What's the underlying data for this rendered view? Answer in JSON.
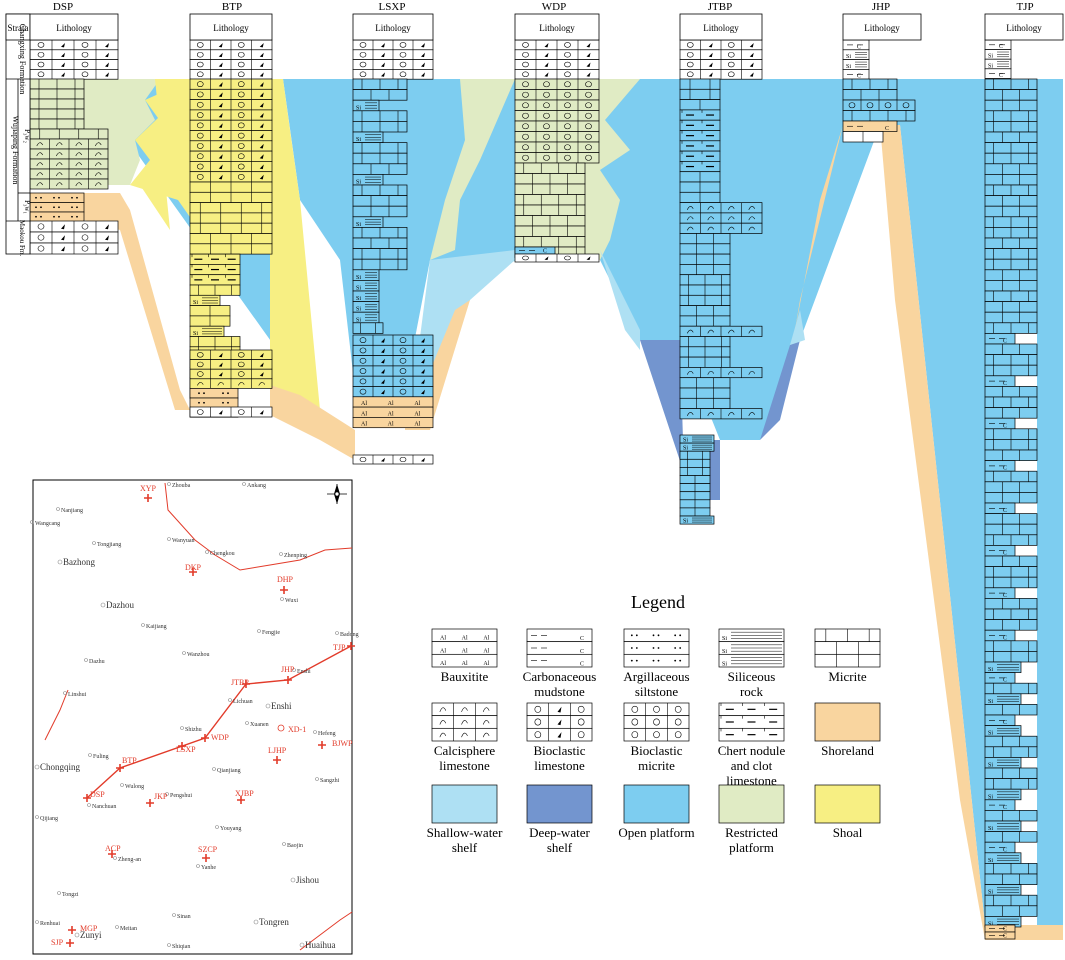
{
  "sections": [
    {
      "id": "DSP",
      "name": "DSP"
    },
    {
      "id": "BTP",
      "name": "BTP"
    },
    {
      "id": "LSXP",
      "name": "LSXP"
    },
    {
      "id": "WDP",
      "name": "WDP"
    },
    {
      "id": "JTBP",
      "name": "JTBP"
    },
    {
      "id": "JHP",
      "name": "JHP"
    },
    {
      "id": "TJP",
      "name": "TJP"
    }
  ],
  "column_headers": {
    "strata": "Strata",
    "lithology": "Lithology"
  },
  "strata_labels": {
    "changxing": "Changxing Formation",
    "wujiaping": "Wujiaping Formation",
    "p3w2": "P₃w₂",
    "p3w1": "P₃w₁",
    "maokou": "Maokou Fm."
  },
  "lithology_symbols": {
    "siliceous": "Si",
    "bauxite": "Al",
    "carbonaceous": "C"
  },
  "legend": {
    "title": "Legend",
    "items": [
      {
        "key": "bauxite",
        "label": "Bauxitite"
      },
      {
        "key": "carbonaceous",
        "label": "Carbonaceous mudstone"
      },
      {
        "key": "argillaceous",
        "label": "Argillaceous siltstone"
      },
      {
        "key": "siliceous",
        "label": "Siliceous rock"
      },
      {
        "key": "micrite",
        "label": "Micrite"
      },
      {
        "key": "calcisphere",
        "label": "Calcisphere limestone"
      },
      {
        "key": "bioclastic",
        "label": "Bioclastic limestone"
      },
      {
        "key": "bioclastic_micrite",
        "label": "Bioclastic micrite"
      },
      {
        "key": "chert",
        "label": "Chert nodule and clot limestone"
      },
      {
        "key": "shoreland",
        "label": "Shoreland"
      },
      {
        "key": "shallow_shelf",
        "label": "Shallow-water shelf"
      },
      {
        "key": "deep_shelf",
        "label": "Deep-water shelf"
      },
      {
        "key": "open_platform",
        "label": "Open platform"
      },
      {
        "key": "restricted_platform",
        "label": "Restricted platform"
      },
      {
        "key": "shoal",
        "label": "Shoal"
      }
    ]
  },
  "facies_colors": {
    "shoreland": "#f9d59f",
    "shallow_shelf": "#aee0f3",
    "deep_shelf": "#7395cf",
    "open_platform": "#7dcdf0",
    "restricted_platform": "#e0ebc4",
    "shoal": "#f7ef83"
  },
  "map": {
    "places": [
      {
        "name": "Zhouba",
        "kind": "town"
      },
      {
        "name": "Ankang",
        "kind": "town"
      },
      {
        "name": "Nanjiang",
        "kind": "town"
      },
      {
        "name": "Wangcang",
        "kind": "town"
      },
      {
        "name": "Tongjiang",
        "kind": "town"
      },
      {
        "name": "Wanyuan",
        "kind": "town"
      },
      {
        "name": "Chengkou",
        "kind": "town"
      },
      {
        "name": "Zhenping",
        "kind": "town"
      },
      {
        "name": "Bazhong",
        "kind": "city"
      },
      {
        "name": "Wuxi",
        "kind": "town"
      },
      {
        "name": "Dazhou",
        "kind": "city"
      },
      {
        "name": "Kaijiang",
        "kind": "town"
      },
      {
        "name": "Fengjie",
        "kind": "town"
      },
      {
        "name": "Badong",
        "kind": "town"
      },
      {
        "name": "Dazhu",
        "kind": "town"
      },
      {
        "name": "Wanzhou",
        "kind": "town"
      },
      {
        "name": "Enshi",
        "kind": "town"
      },
      {
        "name": "Linshui",
        "kind": "town"
      },
      {
        "name": "Lichuan",
        "kind": "town"
      },
      {
        "name": "Enshi",
        "kind": "city"
      },
      {
        "name": "Xuanen",
        "kind": "town"
      },
      {
        "name": "Shizhu",
        "kind": "town"
      },
      {
        "name": "Hefeng",
        "kind": "town"
      },
      {
        "name": "Fuling",
        "kind": "town"
      },
      {
        "name": "Chongqing",
        "kind": "city"
      },
      {
        "name": "Wulong",
        "kind": "town"
      },
      {
        "name": "Pengshui",
        "kind": "town"
      },
      {
        "name": "Qianjiang",
        "kind": "town"
      },
      {
        "name": "Sangzhi",
        "kind": "town"
      },
      {
        "name": "Nanchuan",
        "kind": "town"
      },
      {
        "name": "Qijiang",
        "kind": "town"
      },
      {
        "name": "Youyang",
        "kind": "town"
      },
      {
        "name": "Baojin",
        "kind": "town"
      },
      {
        "name": "Zheng-an",
        "kind": "town"
      },
      {
        "name": "Yanhe",
        "kind": "town"
      },
      {
        "name": "Jishou",
        "kind": "city"
      },
      {
        "name": "Tongzi",
        "kind": "town"
      },
      {
        "name": "Renhuai",
        "kind": "town"
      },
      {
        "name": "Meitan",
        "kind": "town"
      },
      {
        "name": "Sinan",
        "kind": "town"
      },
      {
        "name": "Tongren",
        "kind": "city"
      },
      {
        "name": "Zunyi",
        "kind": "city"
      },
      {
        "name": "Shiqian",
        "kind": "town"
      },
      {
        "name": "Huaihua",
        "kind": "city"
      }
    ],
    "sites": [
      "XYP",
      "DKP",
      "DHP",
      "TJP",
      "JHP",
      "JTBP",
      "XD-1",
      "BJWP",
      "LJHP",
      "WDP",
      "LSXP",
      "BTP",
      "DSP",
      "JKP",
      "XJBP",
      "ACP",
      "SZCP",
      "MGP",
      "SJP"
    ]
  }
}
